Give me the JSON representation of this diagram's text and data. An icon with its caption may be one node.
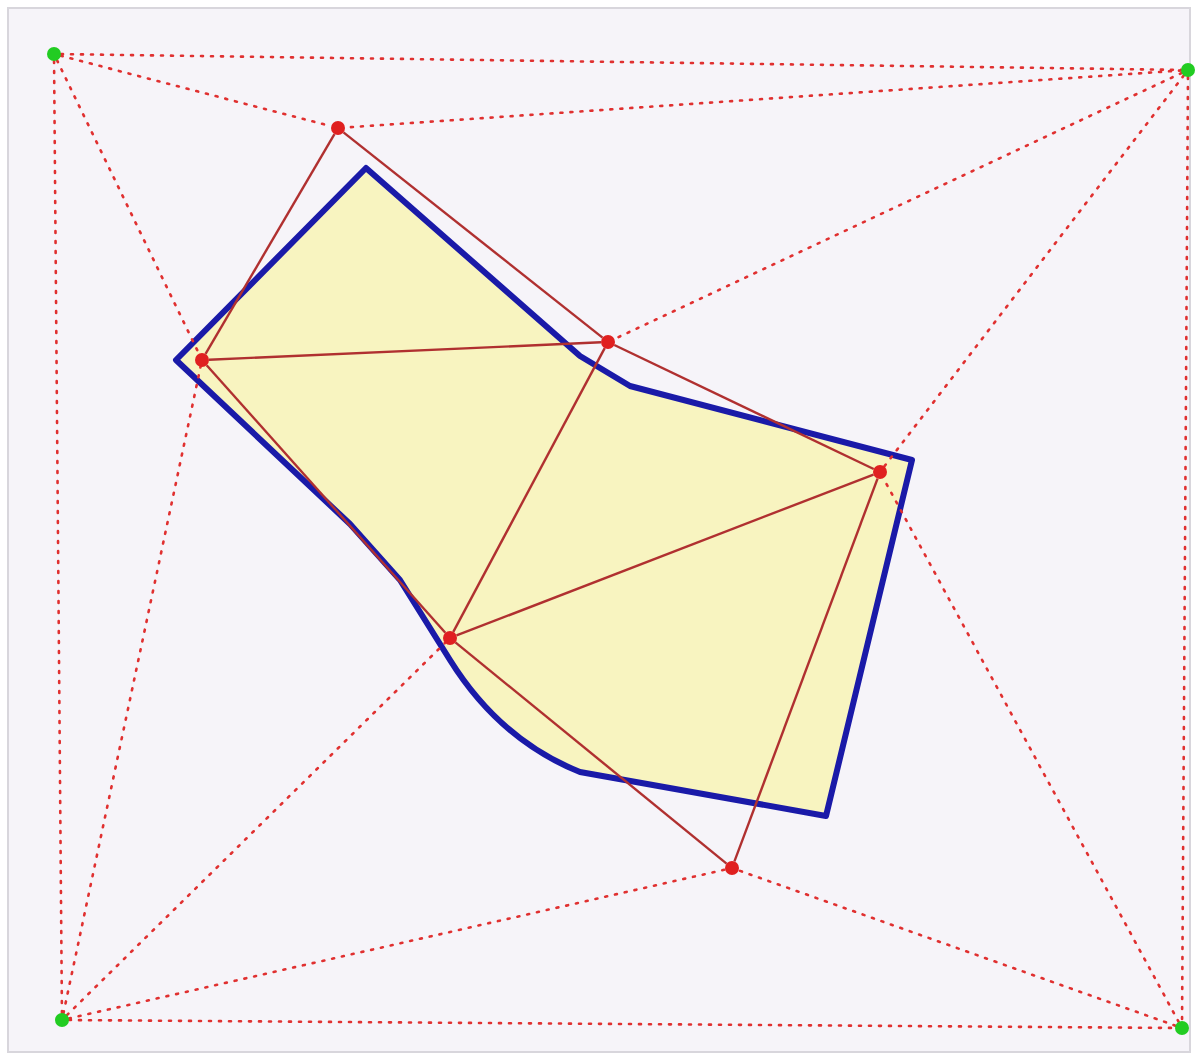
{
  "diagram": {
    "nodes": [
      {
        "text": [],
        "shape": "circle"
      },
      {
        "text": [],
        "shape": "circle"
      },
      {
        "text": [],
        "shape": "circle"
      },
      {
        "text": [],
        "shape": "circle"
      },
      {
        "text": [],
        "shape": "circle"
      },
      {
        "text": [],
        "shape": "circle"
      },
      {
        "text": [],
        "shape": "circle"
      },
      {
        "text": [],
        "shape": "circle"
      },
      {
        "text": [],
        "shape": "circle"
      },
      {
        "text": [],
        "shape": "circle"
      }
    ],
    "edges": [
      {
        "from": 0,
        "to": 9,
        "arrow": "none",
        "style": "dashed"
      },
      {
        "from": 0,
        "to": 1,
        "arrow": "none",
        "style": "dashed"
      },
      {
        "from": 1,
        "to": 8,
        "arrow": "none",
        "style": "dashed"
      },
      {
        "from": 9,
        "to": 8,
        "arrow": "none",
        "style": "dashed"
      },
      {
        "from": 0,
        "to": 3,
        "arrow": "none",
        "style": "dashed"
      },
      {
        "from": 0,
        "to": 2,
        "arrow": "none",
        "style": "dashed"
      },
      {
        "from": 9,
        "to": 3,
        "arrow": "none",
        "style": "dashed"
      },
      {
        "from": 9,
        "to": 5,
        "arrow": "none",
        "style": "dashed"
      },
      {
        "from": 9,
        "to": 7,
        "arrow": "none",
        "style": "dashed"
      },
      {
        "from": 1,
        "to": 2,
        "arrow": "none",
        "style": "dashed"
      },
      {
        "from": 1,
        "to": 4,
        "arrow": "none",
        "style": "dashed"
      },
      {
        "from": 1,
        "to": 6,
        "arrow": "none",
        "style": "dashed"
      },
      {
        "from": 8,
        "to": 7,
        "arrow": "none",
        "style": "dashed"
      },
      {
        "from": 8,
        "to": 6,
        "arrow": "none",
        "style": "dashed"
      },
      {
        "from": 3,
        "to": 2,
        "arrow": "none",
        "color": "#b03030"
      },
      {
        "from": 3,
        "to": 5,
        "arrow": "none",
        "color": "#b03030"
      },
      {
        "from": 2,
        "to": 5,
        "arrow": "none",
        "color": "#b03030"
      },
      {
        "from": 5,
        "to": 7,
        "arrow": "none",
        "color": "#b03030"
      },
      {
        "from": 2,
        "to": 4,
        "arrow": "none",
        "color": "#b03030"
      },
      {
        "from": 5,
        "to": 4,
        "arrow": "none",
        "color": "#b03030"
      },
      {
        "from": 4,
        "to": 7,
        "arrow": "none",
        "color": "#b03030"
      },
      {
        "from": 7,
        "to": 6,
        "arrow": "none",
        "color": "#b03030"
      },
      {
        "from": 4,
        "to": 6,
        "arrow": "none",
        "color": "#b03030"
      }
    ]
  }
}
